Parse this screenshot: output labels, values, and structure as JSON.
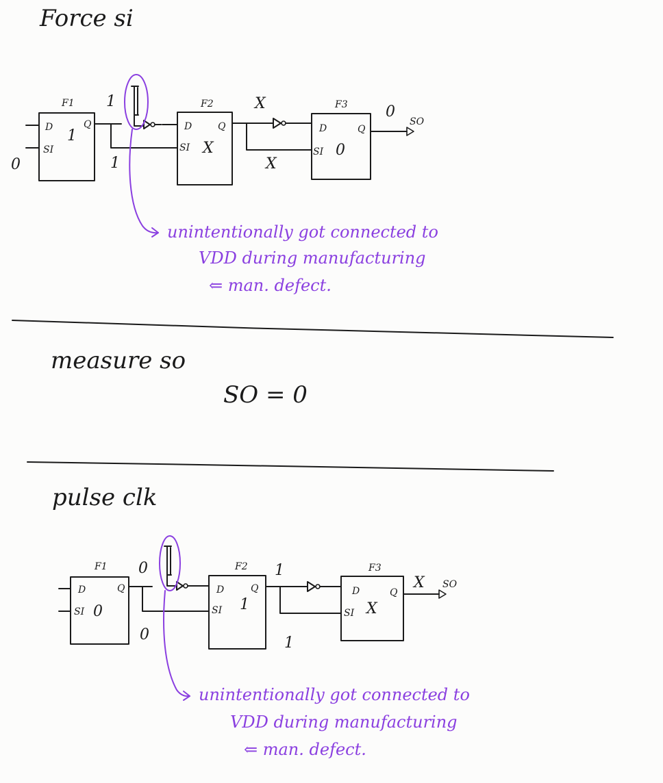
{
  "headings": {
    "force_si": "Force si",
    "measure_so": "measure so",
    "so_equals": "SO = 0",
    "pulse_clk": "pulse clk"
  },
  "pin_labels": {
    "d": "D",
    "q": "Q",
    "si": "SI",
    "so": "SO"
  },
  "note": {
    "line1": "unintentionally got connected to",
    "line2": "VDD during manufacturing",
    "line3": "⇐ man. defect."
  },
  "circuit_top": {
    "flops": [
      {
        "name": "F1",
        "state": "1"
      },
      {
        "name": "F2",
        "state": "X"
      },
      {
        "name": "F3",
        "state": "0"
      }
    ],
    "si_input": "0",
    "wire_values": {
      "f1_to_f2_top": "1",
      "f1_to_f2_bottom": "1",
      "f2_to_f3_top": "X",
      "f2_to_f3_bottom": "X",
      "so_out": "0"
    }
  },
  "circuit_bottom": {
    "flops": [
      {
        "name": "F1",
        "state": "0"
      },
      {
        "name": "F2",
        "state": "1"
      },
      {
        "name": "F3",
        "state": "X"
      }
    ],
    "wire_values": {
      "f1_to_f2_top": "0",
      "f1_to_f2_bottom": "0",
      "f2_to_f3_top": "1",
      "f2_to_f3_bottom": "1",
      "so_out": "X"
    }
  },
  "colors": {
    "ink": "#1a1a1a",
    "annotation": "#8a3fe0",
    "paper": "#fcfcfb"
  }
}
